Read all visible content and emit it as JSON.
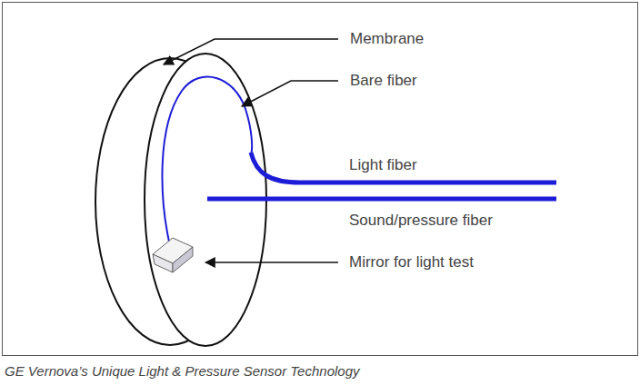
{
  "diagram": {
    "caption": "GE Vernova’s Unique Light & Pressure Sensor Technology",
    "labels": [
      "Membrane",
      "Bare fiber",
      "Light fiber",
      "Sound/pressure fiber",
      "Mirror for light test"
    ]
  }
}
